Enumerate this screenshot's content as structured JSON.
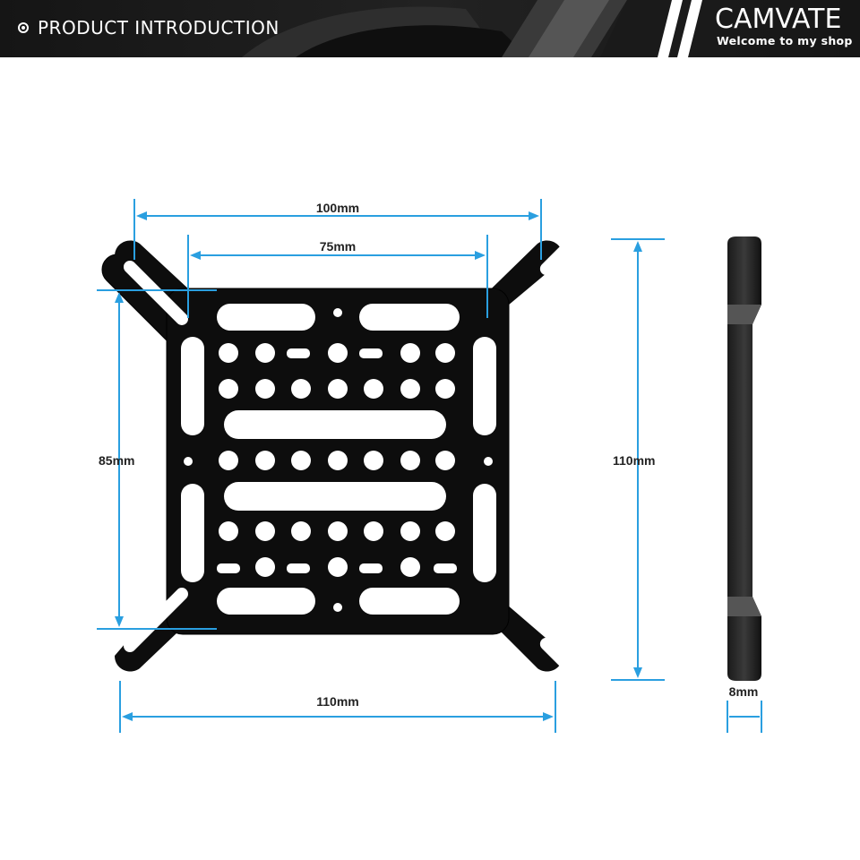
{
  "banner": {
    "title": "PRODUCT INTRODUCTION",
    "brand": "CAMVATE",
    "tagline": "Welcome to my shop"
  },
  "dimensions": {
    "top_outer": "100mm",
    "top_inner": "75mm",
    "left_height": "85mm",
    "bottom_width": "110mm",
    "side_height": "110mm",
    "thickness": "8mm"
  },
  "colors": {
    "dimension_line": "#2a9fe0",
    "plate": "#0d0d0d",
    "banner": "#1c1c1c"
  }
}
